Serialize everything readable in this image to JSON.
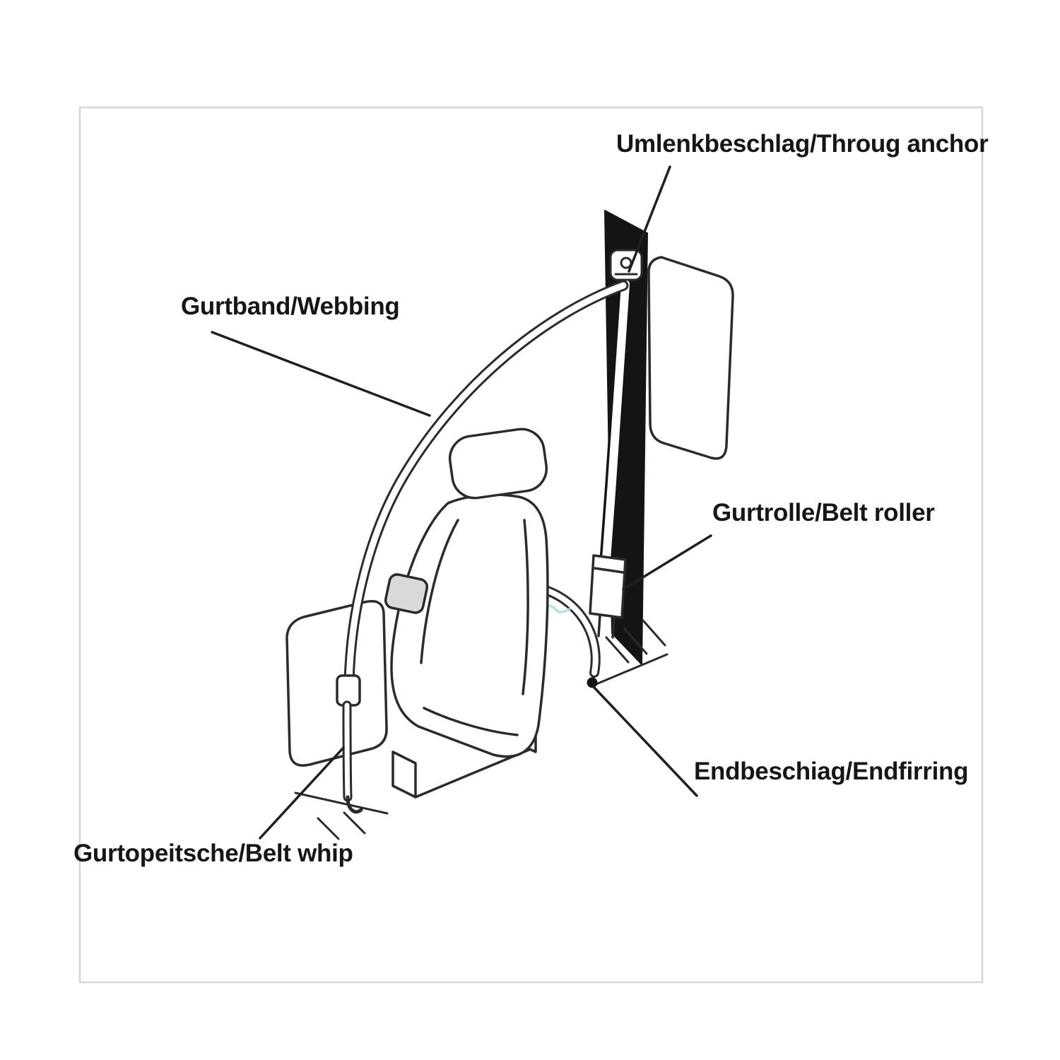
{
  "diagram": {
    "labels": {
      "through_anchor": "Umlenkbeschlag/Throug anchor",
      "webbing": "Gurtband/Webbing",
      "belt_roller": "Gurtrolle/Belt roller",
      "end_fitting": "Endbeschiag/Endfirring",
      "belt_whip": "Gurtopeitsche/Belt whip"
    },
    "colors": {
      "line": "#2b2b2b",
      "pillar": "#141414",
      "label_text": "#161616",
      "page_edge": "#d6d6d6",
      "watermark": "#a8ded9"
    }
  }
}
